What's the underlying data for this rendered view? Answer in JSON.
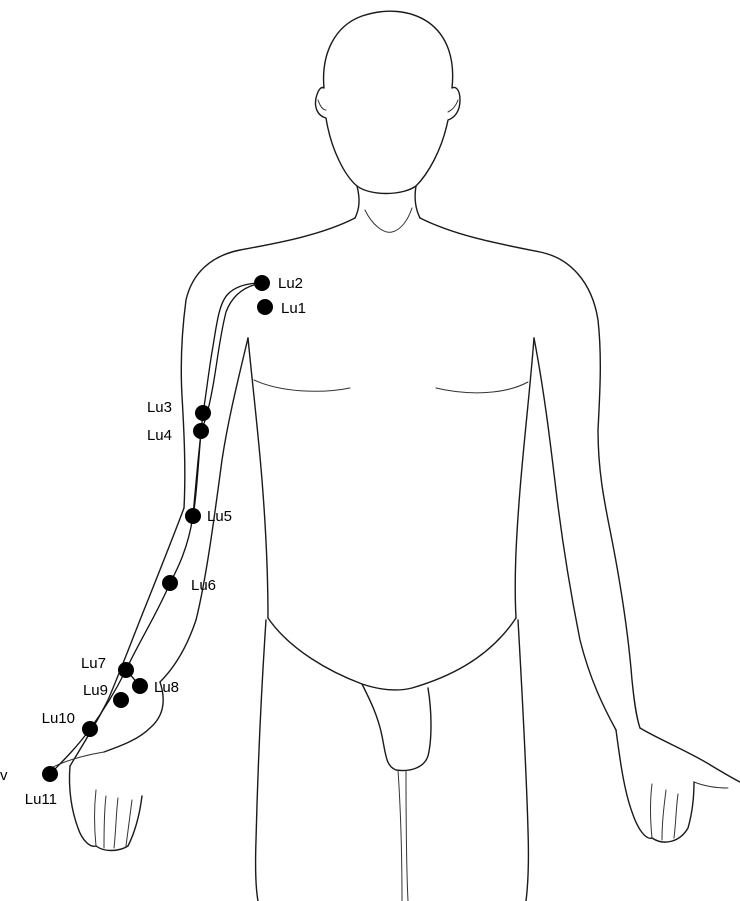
{
  "figure": {
    "background": "#ffffff",
    "line_color": "#1a1a1a",
    "point_color": "#000000",
    "stray_mark": "v"
  },
  "points": [
    {
      "id": "lu1",
      "label": "Lu1"
    },
    {
      "id": "lu2",
      "label": "Lu2"
    },
    {
      "id": "lu3",
      "label": "Lu3"
    },
    {
      "id": "lu4",
      "label": "Lu4"
    },
    {
      "id": "lu5",
      "label": "Lu5"
    },
    {
      "id": "lu6",
      "label": "Lu6"
    },
    {
      "id": "lu7",
      "label": "Lu7"
    },
    {
      "id": "lu8",
      "label": "Lu8"
    },
    {
      "id": "lu9",
      "label": "Lu9"
    },
    {
      "id": "lu10",
      "label": "Lu10"
    },
    {
      "id": "lu11",
      "label": "Lu11"
    }
  ]
}
